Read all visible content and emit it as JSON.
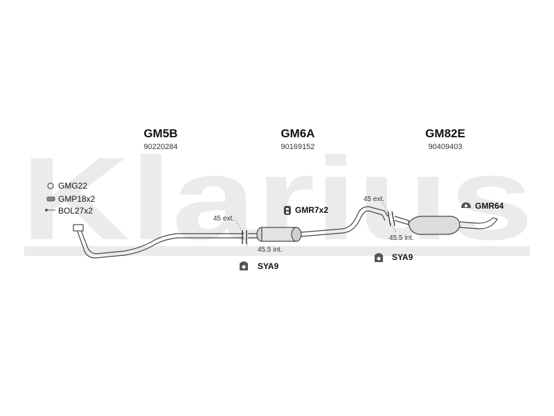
{
  "watermark": {
    "text": "Klarius",
    "color": "#e9e9e9"
  },
  "parts": [
    {
      "code": "GM5B",
      "number": "90220284"
    },
    {
      "code": "GM6A",
      "number": "90169152"
    },
    {
      "code": "GM82E",
      "number": "90409403"
    }
  ],
  "accessories": [
    {
      "label": "GMG22",
      "icon": "gasket-icon"
    },
    {
      "label": "GMP18x2",
      "icon": "pipe-clamp-icon"
    },
    {
      "label": "BOL27x2",
      "icon": "bolt-icon"
    }
  ],
  "mounts": {
    "front_rubber": "GMR7x2",
    "rear_rubber": "GMR64",
    "clamp_1": "SYA9",
    "clamp_2": "SYA9"
  },
  "dimensions": {
    "ext_1": "45 ext.",
    "int_1": "45.5 int.",
    "ext_2": "45 ext.",
    "int_2": "45.5 int."
  }
}
